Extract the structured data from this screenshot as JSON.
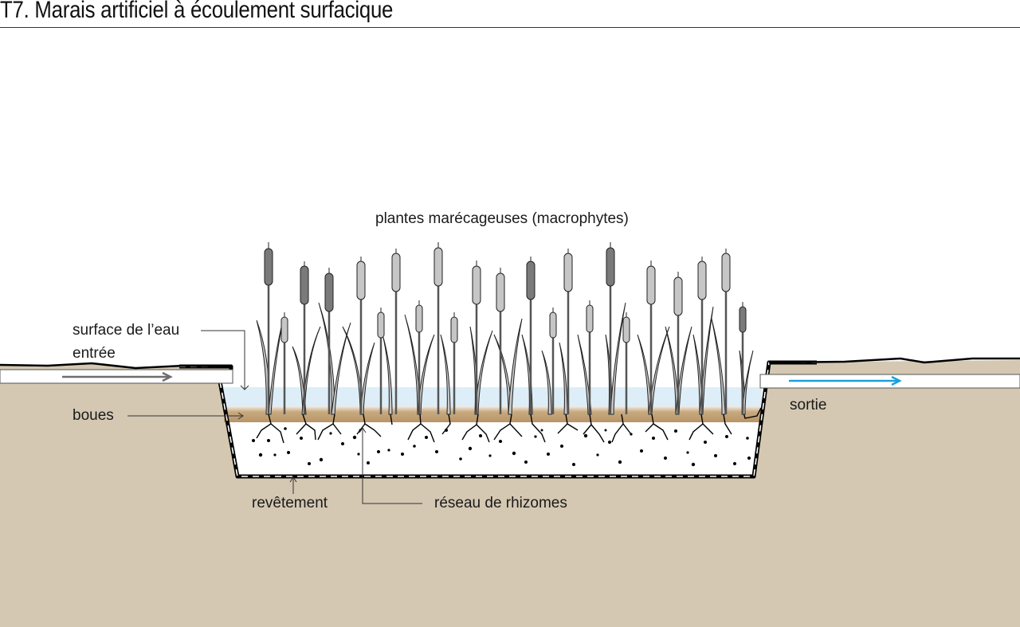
{
  "title": "T7. Marais artificiel à écoulement surfacique",
  "labels": {
    "plants": "plantes marécageuses  (macrophytes)",
    "water_surface": "surface de l’eau",
    "inlet": "entrée",
    "sludge": "boues",
    "outlet": "sortie",
    "liner": "revêtement",
    "rhizome_network": "réseau de rhizomes"
  },
  "colors": {
    "ground": "#d4c8b2",
    "water": "#ddeef8",
    "sludge": "#c2a57a",
    "gravel_bed": "#ffffff",
    "outlet_arrow": "#1aa0dc",
    "inlet_arrow": "#6e6e6e",
    "cattail_dark": "#7a7a7a",
    "cattail_light": "#c6c6c6"
  },
  "icons": {
    "inlet_flow": "arrow-right",
    "outlet_flow": "arrow-right"
  }
}
